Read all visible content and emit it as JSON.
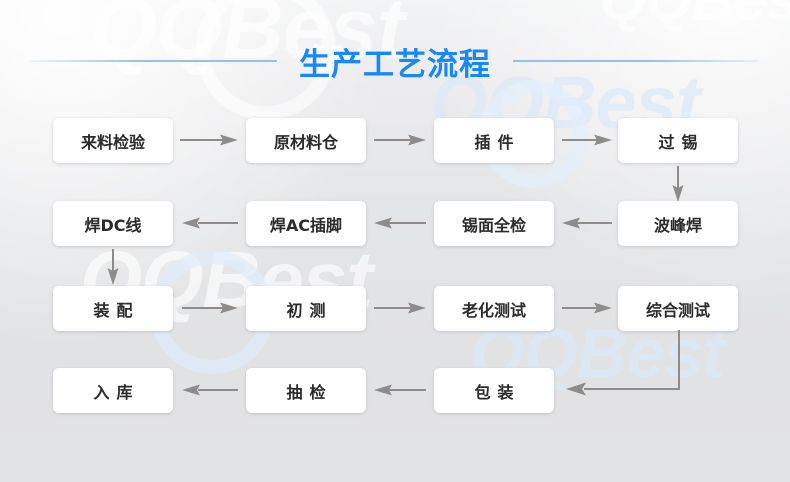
{
  "page": {
    "title": "生产工艺流程",
    "background_color": "#e2e3e5",
    "title_color": "#1787fc",
    "rule_color": "#8cc2f7",
    "node_fill": "#ffffff",
    "node_text_color": "#2b2b2b",
    "arrow_color": "#8e8b8b",
    "watermark_text": "QQBest"
  },
  "flow": {
    "rows": [
      {
        "direction": "left-to-right",
        "nodes": [
          {
            "label": "来料检验",
            "spaced": false
          },
          {
            "label": "原材料仓",
            "spaced": false
          },
          {
            "label": "插件",
            "spaced": true
          },
          {
            "label": "过锡",
            "spaced": true
          }
        ]
      },
      {
        "direction": "right-to-left",
        "nodes": [
          {
            "label": "焊DC线",
            "spaced": false
          },
          {
            "label": "焊AC插脚",
            "spaced": false
          },
          {
            "label": "锡面全检",
            "spaced": false
          },
          {
            "label": "波峰焊",
            "spaced": false
          }
        ]
      },
      {
        "direction": "left-to-right",
        "nodes": [
          {
            "label": "装配",
            "spaced": true
          },
          {
            "label": "初测",
            "spaced": true
          },
          {
            "label": "老化测试",
            "spaced": false
          },
          {
            "label": "综合测试",
            "spaced": false
          }
        ]
      },
      {
        "direction": "right-to-left",
        "nodes": [
          {
            "label": "入库",
            "spaced": true
          },
          {
            "label": "抽检",
            "spaced": true
          },
          {
            "label": "包装",
            "spaced": true
          }
        ]
      }
    ],
    "connectors": [
      {
        "name": "arrow-lailiaojianyan-to-yuancailiaocang",
        "kind": "horizontal-right"
      },
      {
        "name": "arrow-yuancailiaocang-to-chajian",
        "kind": "horizontal-right"
      },
      {
        "name": "arrow-chajian-to-guoxi",
        "kind": "horizontal-right"
      },
      {
        "name": "arrow-guoxi-to-bofenghan",
        "kind": "vertical-down"
      },
      {
        "name": "arrow-bofenghan-to-ximianquanjian",
        "kind": "horizontal-left"
      },
      {
        "name": "arrow-ximianquanjian-to-hanacchajiao",
        "kind": "horizontal-left"
      },
      {
        "name": "arrow-hanacchajiao-to-handcxian",
        "kind": "horizontal-left"
      },
      {
        "name": "arrow-handcxian-to-zhuangpei",
        "kind": "vertical-down"
      },
      {
        "name": "arrow-zhuangpei-to-chuce",
        "kind": "horizontal-right"
      },
      {
        "name": "arrow-chuce-to-laohuaceshi",
        "kind": "horizontal-right"
      },
      {
        "name": "arrow-laohuaceshi-to-zonghceshi",
        "kind": "horizontal-right"
      },
      {
        "name": "arrow-zonghceshi-to-baozhuang",
        "kind": "elbow-down-left"
      },
      {
        "name": "arrow-baozhuang-to-choujian",
        "kind": "horizontal-left"
      },
      {
        "name": "arrow-choujian-to-ruku",
        "kind": "horizontal-left"
      }
    ]
  }
}
